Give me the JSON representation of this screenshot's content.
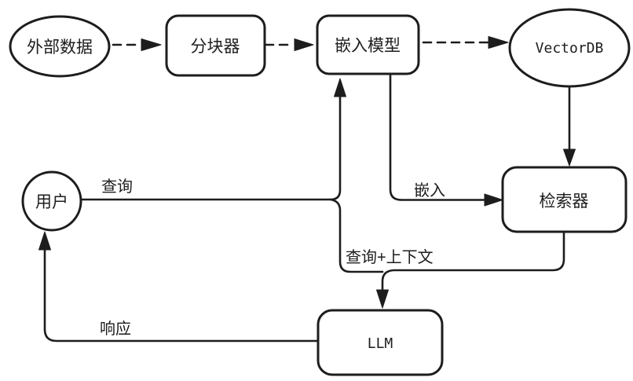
{
  "diagram": {
    "background_color": "#ffffff",
    "stroke_color": "#1d1d1d",
    "style": "hand-drawn flowchart",
    "nodes": {
      "external_data": {
        "label": "外部数据",
        "shape": "ellipse"
      },
      "chunker": {
        "label": "分块器",
        "shape": "rounded-rect"
      },
      "embedding_model": {
        "label": "嵌入模型",
        "shape": "rounded-rect"
      },
      "vectordb": {
        "label": "VectorDB",
        "shape": "ellipse"
      },
      "retriever": {
        "label": "检索器",
        "shape": "rounded-rect"
      },
      "user": {
        "label": "用户",
        "shape": "circle"
      },
      "llm": {
        "label": "LLM",
        "shape": "rounded-rect"
      }
    },
    "edge_labels": {
      "query": "查询",
      "embed": "嵌入",
      "query_plus_context": "查询+上下文",
      "response": "响应"
    },
    "edges": [
      {
        "from": "external_data",
        "to": "chunker",
        "style": "dashed-arrow",
        "label": ""
      },
      {
        "from": "chunker",
        "to": "embedding_model",
        "style": "dashed-arrow",
        "label": ""
      },
      {
        "from": "embedding_model",
        "to": "vectordb",
        "style": "dashed-arrow",
        "label": ""
      },
      {
        "from": "vectordb",
        "to": "retriever",
        "style": "solid-arrow",
        "label": ""
      },
      {
        "from": "embedding_model",
        "to": "retriever",
        "style": "solid-arrow",
        "label": "嵌入"
      },
      {
        "from": "user",
        "to": "embedding_model",
        "style": "solid-arrow",
        "label": "查询"
      },
      {
        "from": "user_and_retriever_merge",
        "to": "llm",
        "style": "solid-arrow",
        "label": "查询+上下文"
      },
      {
        "from": "llm",
        "to": "user",
        "style": "solid-arrow",
        "label": "响应"
      }
    ]
  }
}
